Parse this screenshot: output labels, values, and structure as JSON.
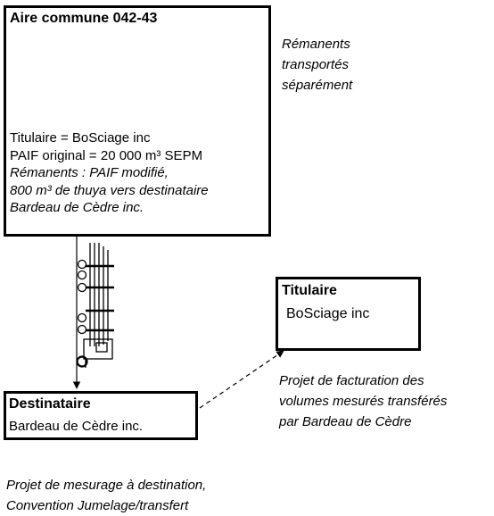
{
  "common_area": {
    "title": "Aire commune 042-43",
    "lines": [
      {
        "text": "Titulaire = BoSciage inc",
        "italic": false
      },
      {
        "text": "PAIF original = 20 000 m³ SEPM",
        "italic": false
      },
      {
        "text": "Rémanents : PAIF modifié,",
        "italic": true
      },
      {
        "text": "800 m³ de thuya vers destinataire",
        "italic": true
      },
      {
        "text": "Bardeau de Cèdre inc.",
        "italic": true
      }
    ],
    "side_note": [
      "Rémanents",
      "transportés",
      "séparément"
    ]
  },
  "holder": {
    "title": "Titulaire",
    "name": "BoSciage inc",
    "note": [
      "Projet de facturation  des",
      "volumes mesurés transférés",
      "par  Bardeau de Cèdre"
    ]
  },
  "destination": {
    "title": "Destinataire",
    "name": "Bardeau de Cèdre inc."
  },
  "bottom_note": [
    "Projet de mesurage à destination,",
    "Convention Jumelage/transfert"
  ],
  "icons": [
    "excavator-icon",
    "log-truck-icon",
    "loaded-truck-icon"
  ]
}
